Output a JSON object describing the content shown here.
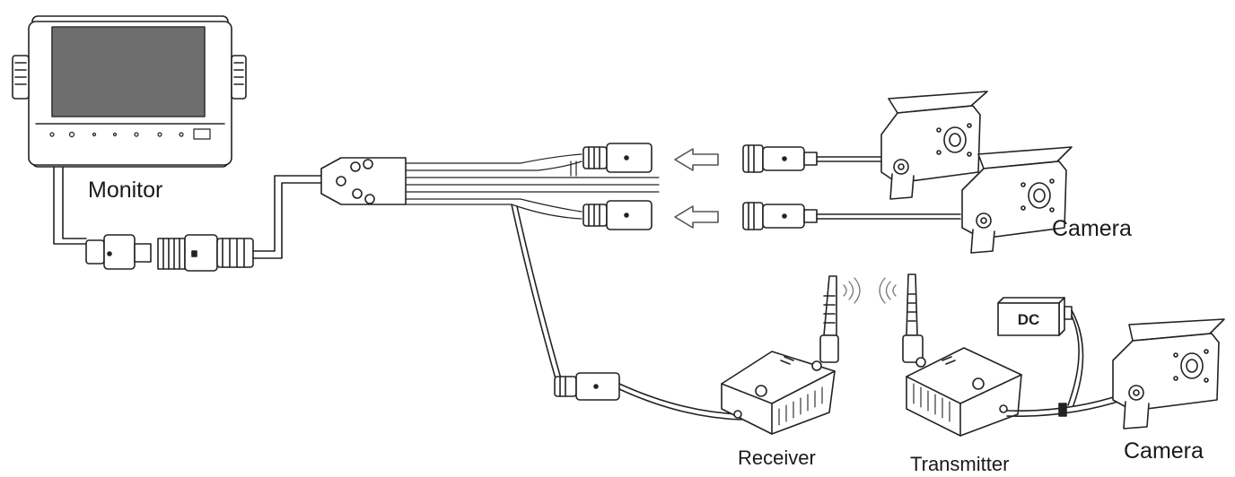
{
  "labels": {
    "monitor": "Monitor",
    "camera_wired": "Camera",
    "camera_wireless": "Camera",
    "receiver": "Receiver",
    "transmitter": "Transmitter",
    "dc": "DC"
  },
  "colors": {
    "line": "#222222",
    "screen": "#6e6e6e",
    "fill": "#ffffff",
    "arrow": "#555555"
  }
}
